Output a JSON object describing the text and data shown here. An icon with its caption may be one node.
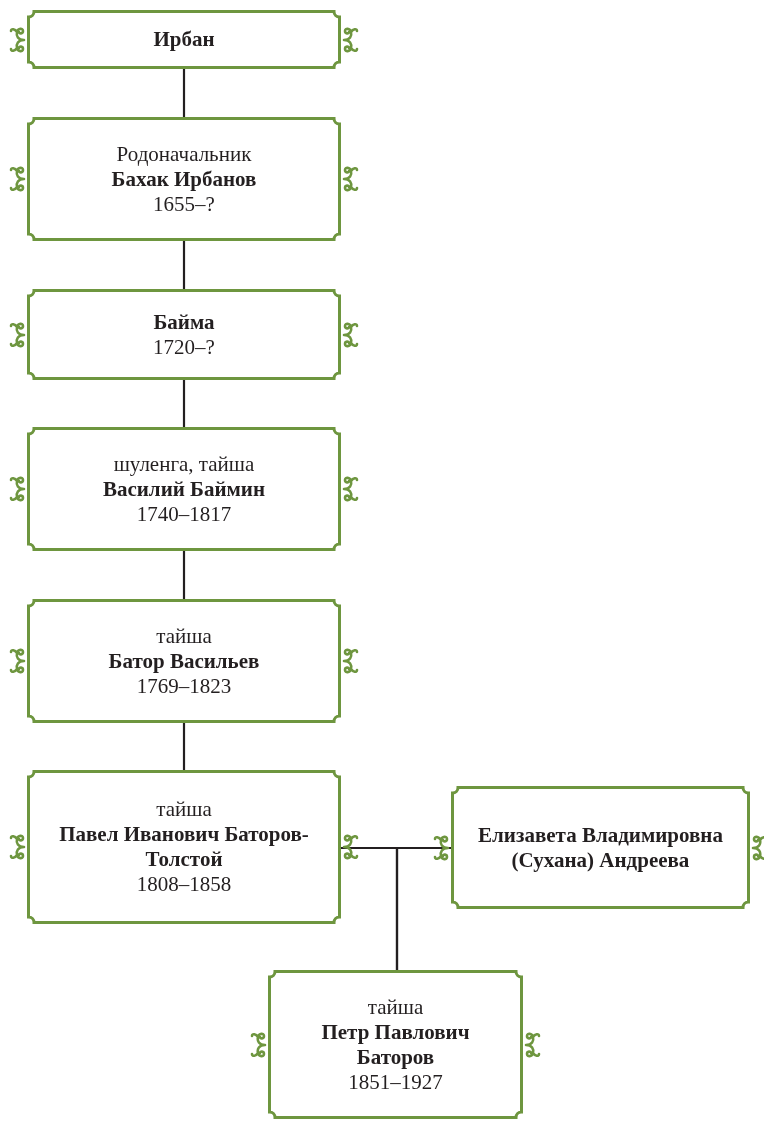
{
  "diagram": {
    "nodes": [
      {
        "text": [
          "Ирбан"
        ]
      },
      {
        "text": [
          "Родоначальник",
          "Бахак Ирбанов",
          "1655–?"
        ]
      },
      {
        "text": [
          "Байма",
          "1720–?"
        ]
      },
      {
        "text": [
          "шуленга, тайша",
          "Василий Баймин",
          "1740–1817"
        ]
      },
      {
        "text": [
          "тайша",
          "Батор Васильев",
          "1769–1823"
        ]
      },
      {
        "text": [
          "тайша",
          "Павел Иванович Баторов-Толстой",
          "1808–1858"
        ]
      },
      {
        "text": [
          "Елизавета Владимировна (Сухана) Андреева"
        ]
      },
      {
        "text": [
          "тайша",
          "Петр Павлович Баторов",
          "1851–1927"
        ]
      }
    ],
    "edges": [
      {
        "from": 0,
        "to": 1,
        "arrow": "none"
      },
      {
        "from": 1,
        "to": 2,
        "arrow": "none"
      },
      {
        "from": 2,
        "to": 3,
        "arrow": "none"
      },
      {
        "from": 3,
        "to": 4,
        "arrow": "none"
      },
      {
        "from": 4,
        "to": 5,
        "arrow": "none"
      },
      {
        "from": 5,
        "to": 6,
        "arrow": "none"
      },
      {
        "from": 5,
        "to": 7,
        "arrow": "none"
      },
      {
        "from": 6,
        "to": 7,
        "arrow": "none"
      }
    ]
  }
}
